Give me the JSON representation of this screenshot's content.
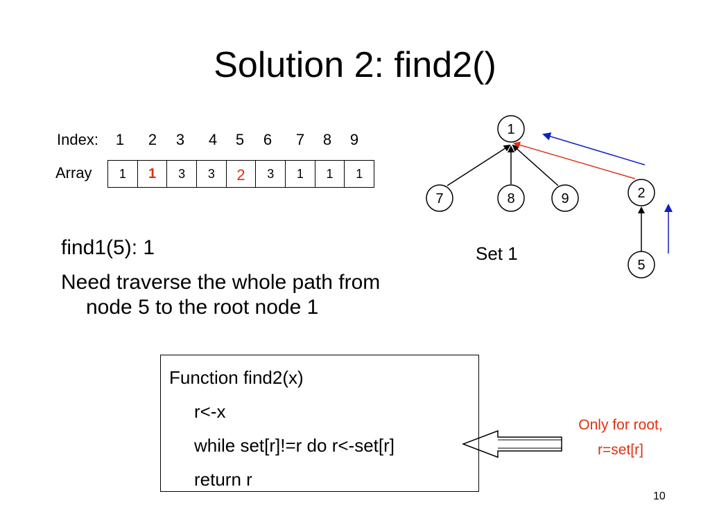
{
  "title": "Solution 2: find2()",
  "index_row": {
    "label": "Index:",
    "values": [
      "1",
      "2",
      "3",
      "4",
      "5",
      "6",
      "7",
      "8",
      "9"
    ]
  },
  "array_row": {
    "label": "Array",
    "values": [
      "1",
      "1",
      "3",
      "3",
      "2",
      "3",
      "1",
      "1",
      "1"
    ]
  },
  "bullets": [
    {
      "text": "find1(5): 1"
    },
    {
      "text": "Need traverse the whole path from",
      "continuation": "node 5 to the root node 1"
    }
  ],
  "tree": {
    "nodes": [
      "1",
      "7",
      "8",
      "9",
      "2",
      "5"
    ],
    "set_label": "Set 1"
  },
  "code": {
    "lines": [
      "Function find2(x)",
      "r<-x",
      "while set[r]!=r do r<-set[r]",
      "return r"
    ]
  },
  "note": {
    "line1": "Only for root,",
    "line2": "r=set[r]"
  },
  "page_number": "10",
  "colors": {
    "highlight_red": "#e03010",
    "path_blue": "#1020c0",
    "edge_red": "#e03010"
  }
}
